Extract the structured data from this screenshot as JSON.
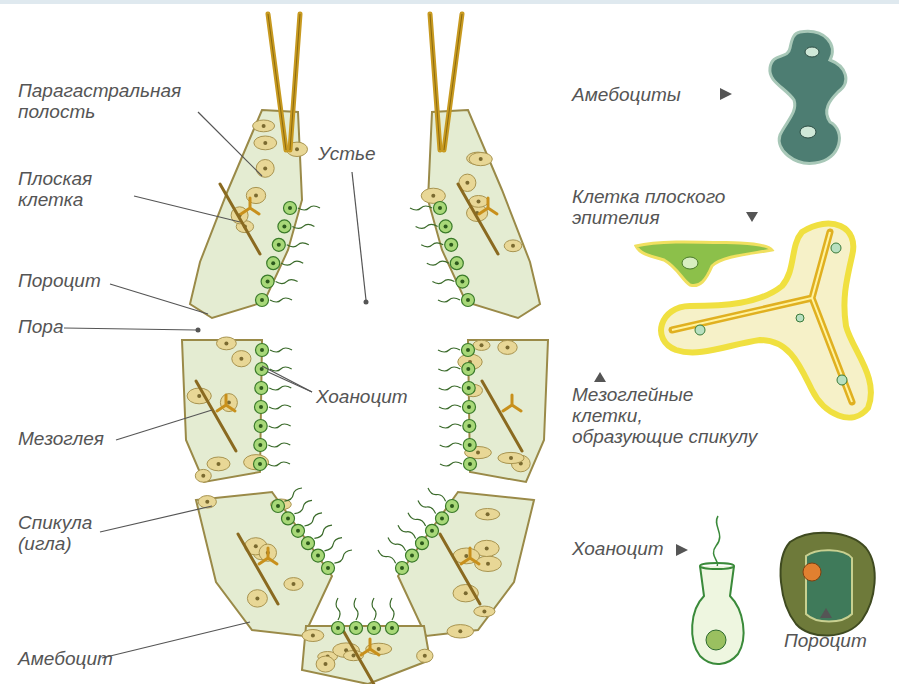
{
  "diagram": {
    "labels": [
      "Парагастральная полость",
      "Плоская клетка",
      "Пороцит",
      "Пора",
      "Мезоглея",
      "Спикула (игла)",
      "Амебоцит",
      "Устье",
      "Хоаноцит",
      "Амебоциты",
      "Клетка плоского эпителия",
      "Мезоглейные клетки, образующие спикулу",
      "Хоаноцит",
      "Пороцит"
    ]
  }
}
